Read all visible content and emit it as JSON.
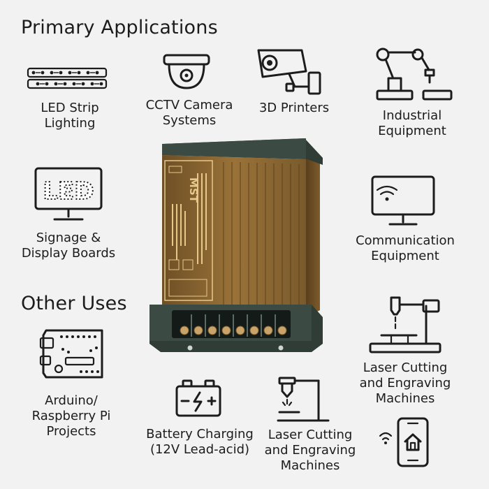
{
  "headings": {
    "primary": "Primary Applications",
    "other": "Other Uses"
  },
  "apps": {
    "led_strip": [
      "LED Strip",
      "Lighting"
    ],
    "cctv": [
      "CCTV Camera",
      "Systems"
    ],
    "printers": [
      "3D Printers"
    ],
    "industrial": [
      "Industrial",
      "Equipment"
    ],
    "signage": [
      "Signage &",
      "Display Boards"
    ],
    "communication": [
      "Communication",
      "Equipment"
    ],
    "laser_right": [
      "Laser Cutting",
      "and Engraving",
      "Machines"
    ],
    "arduino": [
      "Arduino/",
      "Raspberry Pi",
      "Projects"
    ],
    "battery": [
      "Battery Charging",
      "(12V Lead-acid)"
    ],
    "laser_bottom": [
      "Laser Cutting",
      "and Engraving",
      "Machines"
    ]
  },
  "icon_text": {
    "led_sign": "LED"
  },
  "device": {
    "brand": "MST",
    "body_color": "#8a6530",
    "cap_color": "#2f3d36"
  }
}
